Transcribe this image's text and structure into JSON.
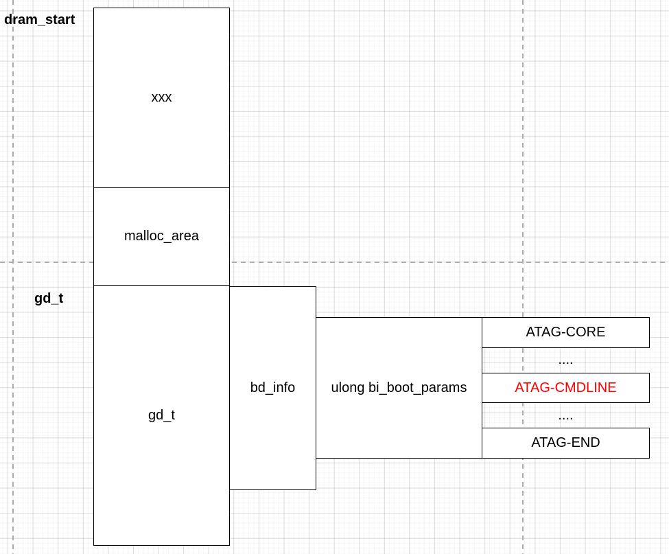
{
  "diagram": {
    "labels": {
      "dram_start": "dram_start",
      "gd_t": "gd_t"
    },
    "boxes": {
      "xxx": "xxx",
      "malloc_area": "malloc_area",
      "gd_t": "gd_t",
      "bd_info": "bd_info",
      "bi_boot_params": "ulong bi_boot_params"
    },
    "atag": {
      "rows": [
        {
          "label": "ATAG-CORE",
          "type": "box",
          "text_color": "#000000"
        },
        {
          "label": "....",
          "type": "gap",
          "text_color": "#000000"
        },
        {
          "label": "ATAG-CMDLINE",
          "type": "box",
          "text_color": "#ff0000"
        },
        {
          "label": "....",
          "type": "gap",
          "text_color": "#000000"
        },
        {
          "label": "ATAG-END",
          "type": "box",
          "text_color": "#000000"
        }
      ]
    },
    "colors": {
      "box_stroke": "#000000",
      "box_fill": "#ffffff",
      "highlight_text": "#ff0000",
      "dashed_guide": "#ababab",
      "grid_major": "#e2e2e2",
      "grid_minor": "#f6f6f6",
      "canvas_background": "#ffffff"
    }
  }
}
